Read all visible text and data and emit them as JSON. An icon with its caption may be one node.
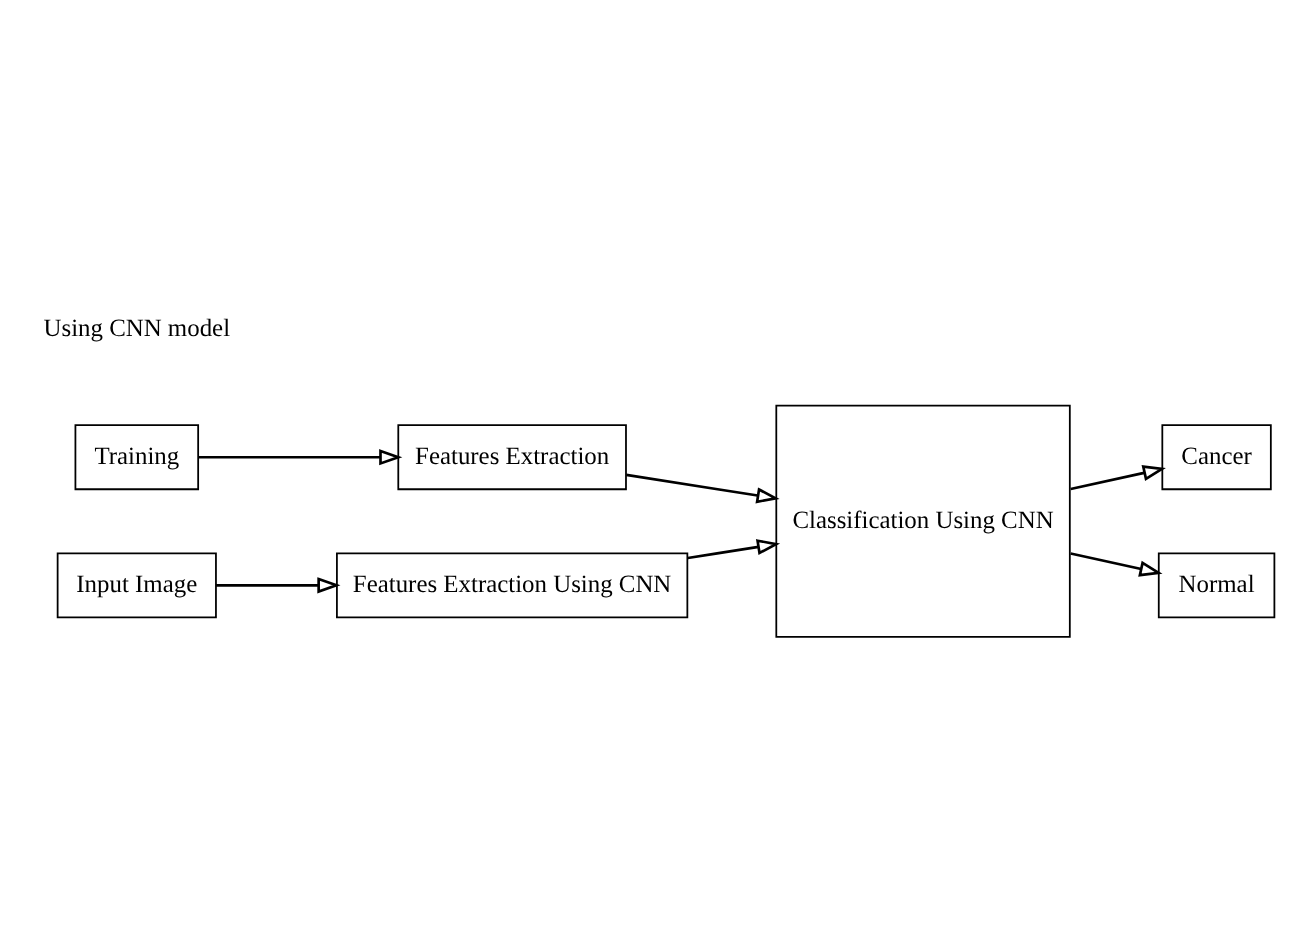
{
  "diagram": {
    "nodes": [
      {
        "text": [
          "Training"
        ]
      },
      {
        "text": [
          "Features Extraction"
        ]
      },
      {
        "text": [
          "Classification Using CNN"
        ]
      },
      {
        "text": [
          "Cancer"
        ]
      },
      {
        "text": [
          "Normal"
        ]
      },
      {
        "text": [
          "Input Image"
        ]
      },
      {
        "text": [
          "Features Extraction Using CNN"
        ]
      }
    ],
    "edges": [
      {
        "from": 0,
        "to": 1,
        "arrow": "to"
      },
      {
        "from": 1,
        "to": 2,
        "arrow": "to"
      },
      {
        "from": 2,
        "to": 3,
        "arrow": "to"
      },
      {
        "from": 2,
        "to": 4,
        "arrow": "to"
      },
      {
        "from": 5,
        "to": 6,
        "arrow": "to"
      },
      {
        "from": 6,
        "to": 2,
        "arrow": "to"
      }
    ],
    "labels": [
      "Using CNN model"
    ]
  }
}
